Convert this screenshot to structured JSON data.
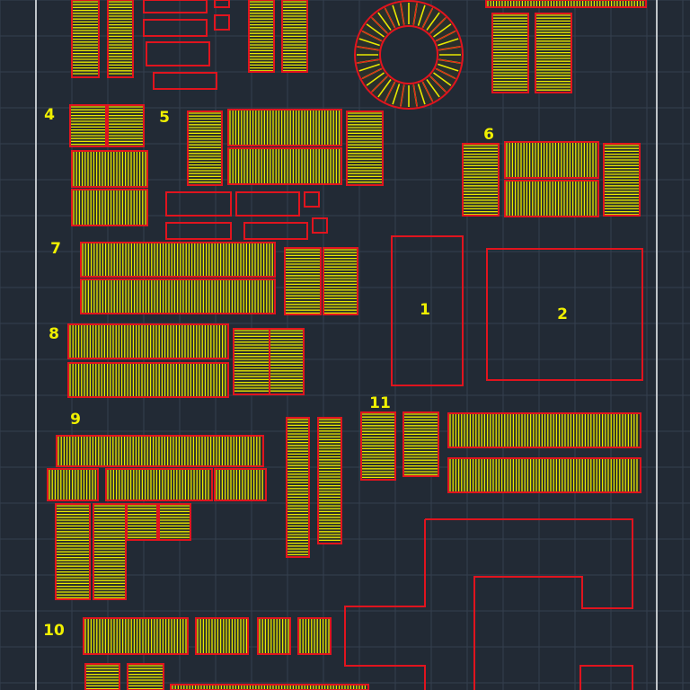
{
  "colors": {
    "background": "#222a35",
    "grid": "#34404f",
    "border": "#bfc4c9",
    "outline": "#e0141e",
    "hatch": "#e8e800",
    "label": "#f0f000"
  },
  "labels": {
    "l1": "1",
    "l2": "2",
    "l4": "4",
    "l5": "5",
    "l6": "6",
    "l7": "7",
    "l8": "8",
    "l9": "9",
    "l10": "10",
    "l11": "11"
  }
}
